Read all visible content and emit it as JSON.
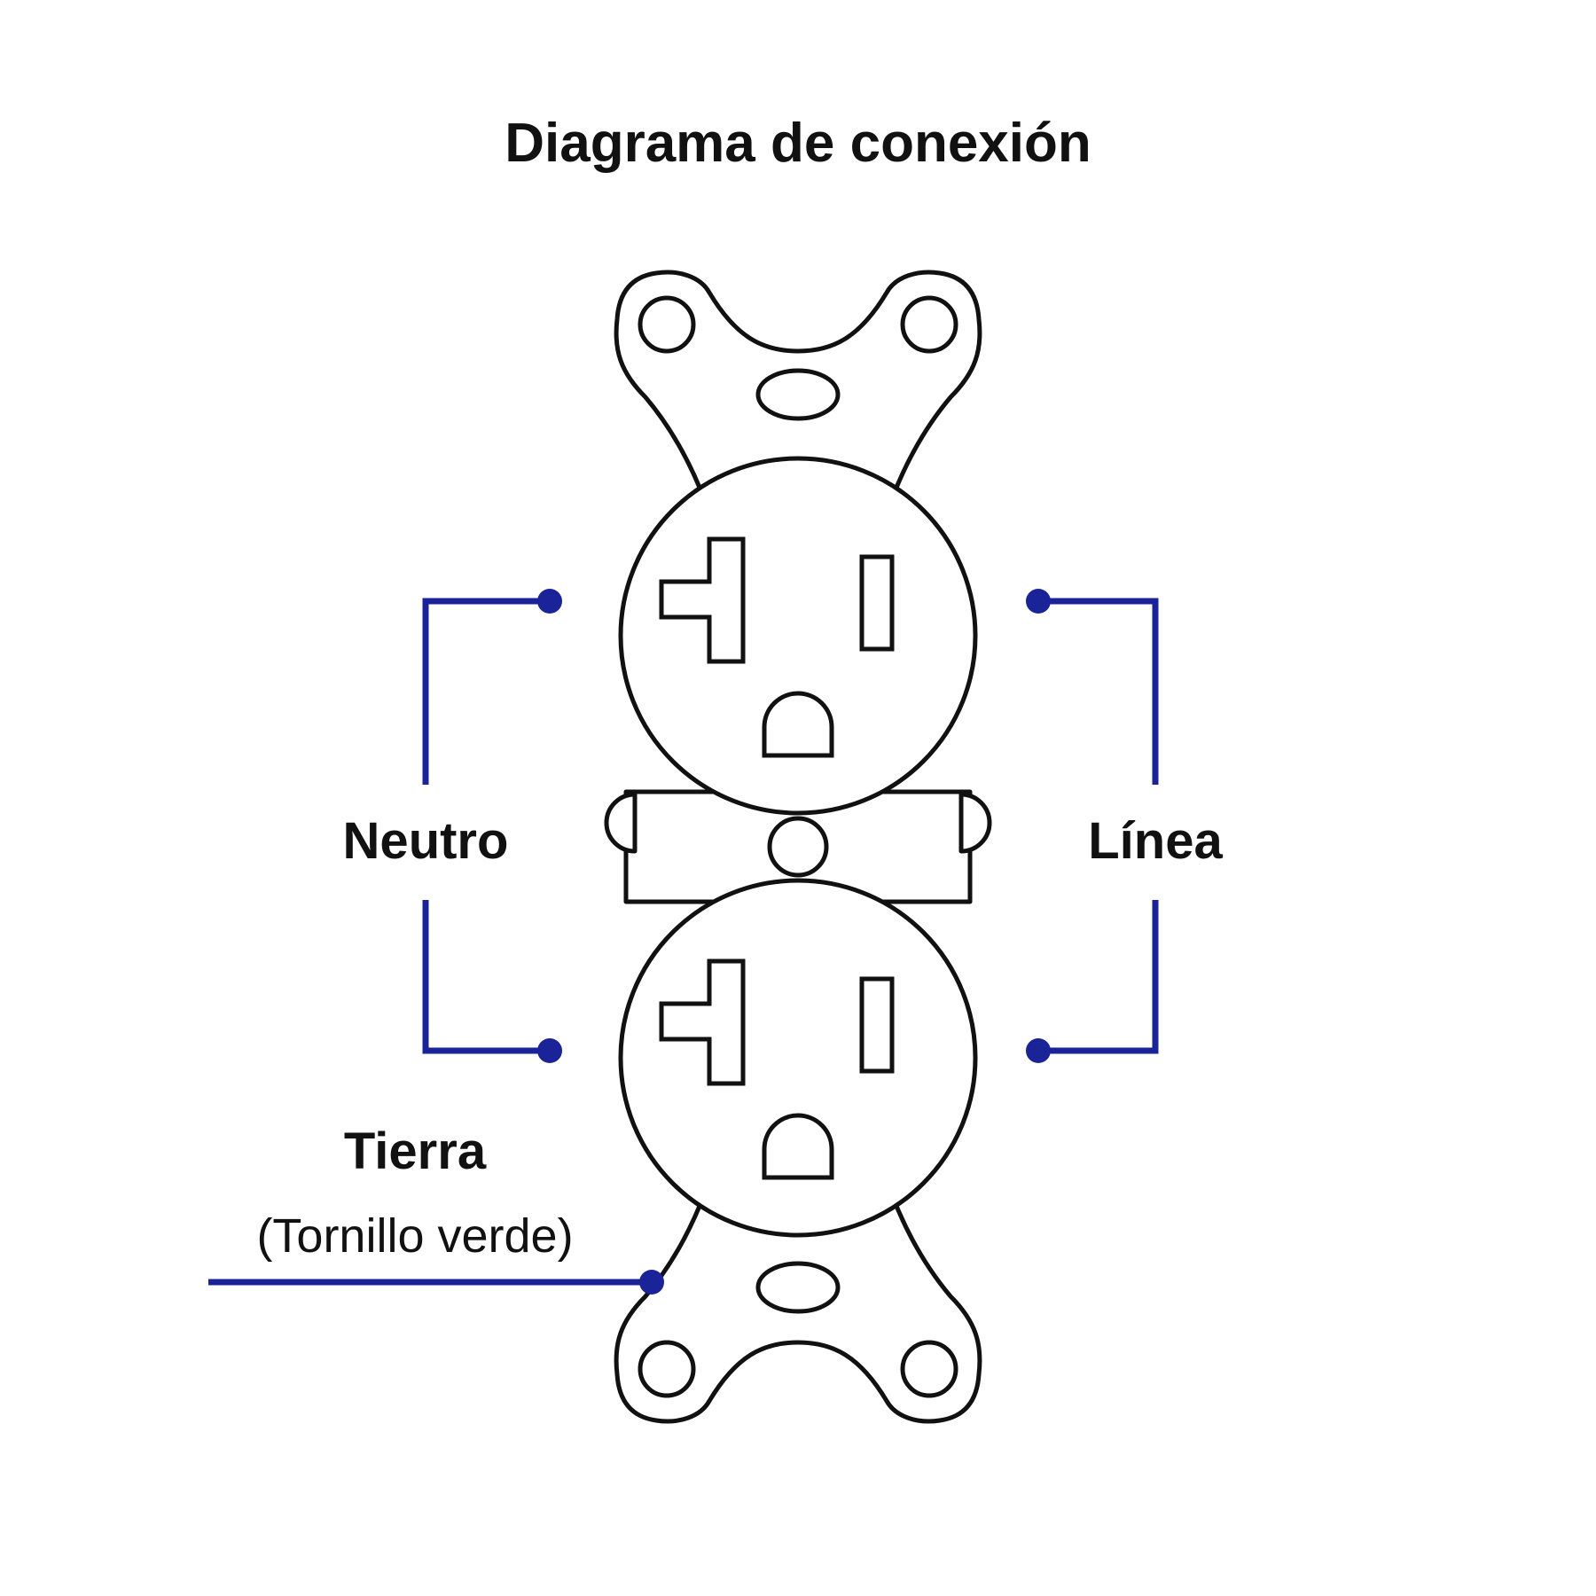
{
  "title": "Diagrama de conexión",
  "diagram": {
    "neutral_label": "Neutro",
    "line_label": "Línea",
    "ground_label": "Tierra",
    "ground_sublabel": "(Tornillo verde)"
  },
  "colors": {
    "wire_blue": "#1b2398",
    "outline_black": "#111111",
    "background": "#ffffff"
  }
}
